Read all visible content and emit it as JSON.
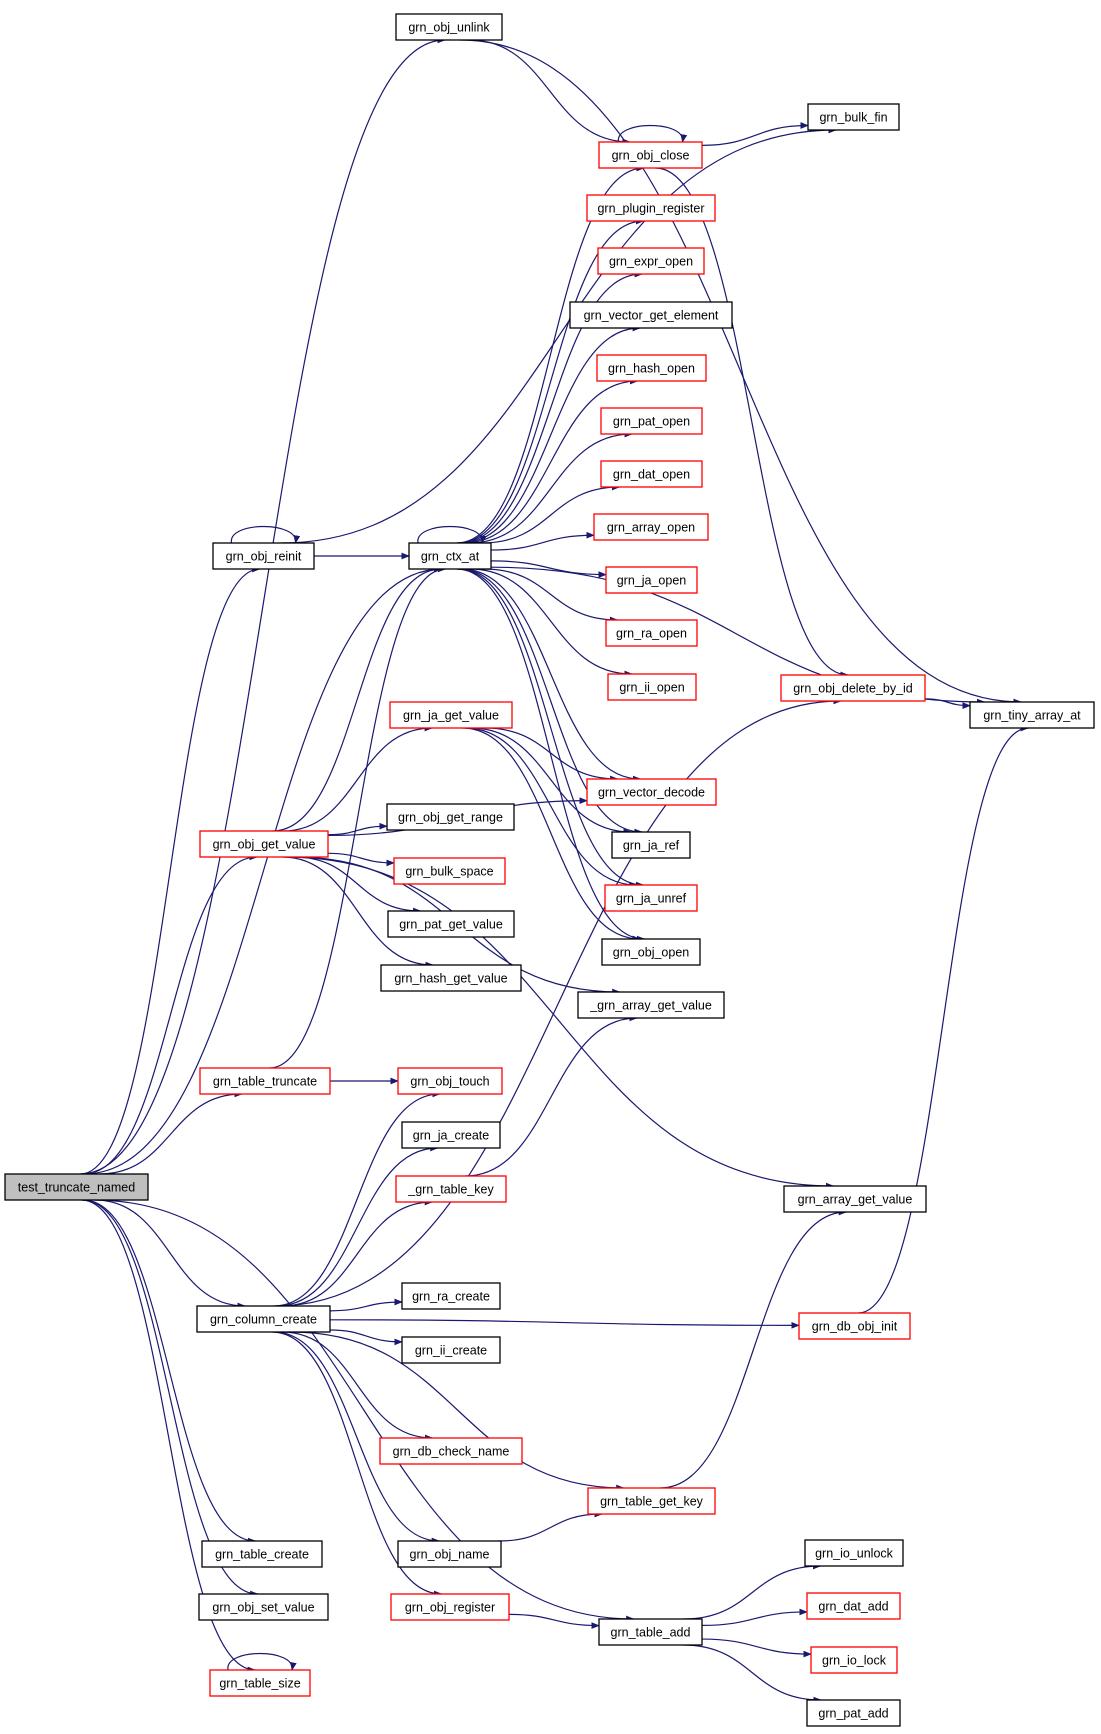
{
  "diagram": {
    "type": "call-graph",
    "colors": {
      "edge": "#191970",
      "normal_border": "#000000",
      "truncated_border": "#ff0000",
      "root_fill": "#bfbfbf"
    },
    "nodes": {
      "test_truncate_named": {
        "label": "test_truncate_named",
        "style": "root"
      },
      "grn_obj_unlink": {
        "label": "grn_obj_unlink",
        "style": "black"
      },
      "grn_obj_reinit": {
        "label": "grn_obj_reinit",
        "style": "black"
      },
      "grn_obj_get_value": {
        "label": "grn_obj_get_value",
        "style": "red"
      },
      "grn_table_truncate": {
        "label": "grn_table_truncate",
        "style": "red"
      },
      "grn_column_create": {
        "label": "grn_column_create",
        "style": "black"
      },
      "grn_table_create": {
        "label": "grn_table_create",
        "style": "black"
      },
      "grn_obj_set_value": {
        "label": "grn_obj_set_value",
        "style": "black"
      },
      "grn_table_size": {
        "label": "grn_table_size",
        "style": "red"
      },
      "grn_ctx_at": {
        "label": "grn_ctx_at",
        "style": "black"
      },
      "grn_ja_get_value": {
        "label": "grn_ja_get_value",
        "style": "red"
      },
      "grn_obj_get_range": {
        "label": "grn_obj_get_range",
        "style": "black"
      },
      "grn_bulk_space": {
        "label": "grn_bulk_space",
        "style": "red"
      },
      "grn_pat_get_value": {
        "label": "grn_pat_get_value",
        "style": "black"
      },
      "grn_hash_get_value": {
        "label": "grn_hash_get_value",
        "style": "black"
      },
      "grn_obj_touch": {
        "label": "grn_obj_touch",
        "style": "red"
      },
      "grn_ja_create": {
        "label": "grn_ja_create",
        "style": "black"
      },
      "_grn_table_key": {
        "label": "_grn_table_key",
        "style": "red"
      },
      "grn_ra_create": {
        "label": "grn_ra_create",
        "style": "black"
      },
      "grn_ii_create": {
        "label": "grn_ii_create",
        "style": "black"
      },
      "grn_db_check_name": {
        "label": "grn_db_check_name",
        "style": "red"
      },
      "grn_obj_name": {
        "label": "grn_obj_name",
        "style": "black"
      },
      "grn_obj_register": {
        "label": "grn_obj_register",
        "style": "red"
      },
      "grn_obj_close": {
        "label": "grn_obj_close",
        "style": "red"
      },
      "grn_plugin_register": {
        "label": "grn_plugin_register",
        "style": "red"
      },
      "grn_expr_open": {
        "label": "grn_expr_open",
        "style": "red"
      },
      "grn_vector_get_element": {
        "label": "grn_vector_get_element",
        "style": "black"
      },
      "grn_hash_open": {
        "label": "grn_hash_open",
        "style": "red"
      },
      "grn_pat_open": {
        "label": "grn_pat_open",
        "style": "red"
      },
      "grn_dat_open": {
        "label": "grn_dat_open",
        "style": "red"
      },
      "grn_array_open": {
        "label": "grn_array_open",
        "style": "red"
      },
      "grn_ja_open": {
        "label": "grn_ja_open",
        "style": "red"
      },
      "grn_ra_open": {
        "label": "grn_ra_open",
        "style": "red"
      },
      "grn_ii_open": {
        "label": "grn_ii_open",
        "style": "red"
      },
      "grn_vector_decode": {
        "label": "grn_vector_decode",
        "style": "red"
      },
      "grn_ja_ref": {
        "label": "grn_ja_ref",
        "style": "black"
      },
      "grn_ja_unref": {
        "label": "grn_ja_unref",
        "style": "red"
      },
      "grn_obj_open": {
        "label": "grn_obj_open",
        "style": "black"
      },
      "_grn_array_get_value": {
        "label": "_grn_array_get_value",
        "style": "black"
      },
      "grn_table_get_key": {
        "label": "grn_table_get_key",
        "style": "red"
      },
      "grn_table_add": {
        "label": "grn_table_add",
        "style": "black"
      },
      "grn_bulk_fin": {
        "label": "grn_bulk_fin",
        "style": "black"
      },
      "grn_obj_delete_by_id": {
        "label": "grn_obj_delete_by_id",
        "style": "red"
      },
      "grn_array_get_value": {
        "label": "grn_array_get_value",
        "style": "black"
      },
      "grn_db_obj_init": {
        "label": "grn_db_obj_init",
        "style": "red"
      },
      "grn_io_unlock": {
        "label": "grn_io_unlock",
        "style": "black"
      },
      "grn_dat_add": {
        "label": "grn_dat_add",
        "style": "red"
      },
      "grn_io_lock": {
        "label": "grn_io_lock",
        "style": "red"
      },
      "grn_pat_add": {
        "label": "grn_pat_add",
        "style": "black"
      },
      "grn_tiny_array_at": {
        "label": "grn_tiny_array_at",
        "style": "black"
      }
    },
    "edges": [
      [
        "test_truncate_named",
        "grn_obj_unlink"
      ],
      [
        "test_truncate_named",
        "grn_obj_reinit"
      ],
      [
        "test_truncate_named",
        "grn_ctx_at"
      ],
      [
        "test_truncate_named",
        "grn_obj_get_value"
      ],
      [
        "test_truncate_named",
        "grn_table_truncate"
      ],
      [
        "test_truncate_named",
        "grn_column_create"
      ],
      [
        "test_truncate_named",
        "grn_table_create"
      ],
      [
        "test_truncate_named",
        "grn_obj_set_value"
      ],
      [
        "test_truncate_named",
        "grn_table_size"
      ],
      [
        "test_truncate_named",
        "grn_table_add"
      ],
      [
        "grn_obj_unlink",
        "grn_obj_close"
      ],
      [
        "grn_obj_unlink",
        "grn_tiny_array_at"
      ],
      [
        "grn_obj_reinit",
        "grn_obj_reinit"
      ],
      [
        "grn_obj_reinit",
        "grn_ctx_at"
      ],
      [
        "grn_obj_reinit",
        "grn_bulk_fin"
      ],
      [
        "grn_ctx_at",
        "grn_ctx_at"
      ],
      [
        "grn_ctx_at",
        "grn_obj_close"
      ],
      [
        "grn_ctx_at",
        "grn_plugin_register"
      ],
      [
        "grn_ctx_at",
        "grn_expr_open"
      ],
      [
        "grn_ctx_at",
        "grn_vector_get_element"
      ],
      [
        "grn_ctx_at",
        "grn_hash_open"
      ],
      [
        "grn_ctx_at",
        "grn_pat_open"
      ],
      [
        "grn_ctx_at",
        "grn_dat_open"
      ],
      [
        "grn_ctx_at",
        "grn_array_open"
      ],
      [
        "grn_ctx_at",
        "grn_ja_open"
      ],
      [
        "grn_ctx_at",
        "grn_ra_open"
      ],
      [
        "grn_ctx_at",
        "grn_ii_open"
      ],
      [
        "grn_ctx_at",
        "grn_vector_decode"
      ],
      [
        "grn_ctx_at",
        "grn_ja_ref"
      ],
      [
        "grn_ctx_at",
        "grn_ja_unref"
      ],
      [
        "grn_ctx_at",
        "grn_obj_open"
      ],
      [
        "grn_ctx_at",
        "grn_tiny_array_at"
      ],
      [
        "grn_obj_close",
        "grn_obj_close"
      ],
      [
        "grn_obj_close",
        "grn_bulk_fin"
      ],
      [
        "grn_obj_close",
        "grn_obj_delete_by_id"
      ],
      [
        "grn_obj_delete_by_id",
        "grn_tiny_array_at"
      ],
      [
        "grn_obj_get_value",
        "grn_ctx_at"
      ],
      [
        "grn_obj_get_value",
        "grn_ja_get_value"
      ],
      [
        "grn_obj_get_value",
        "grn_obj_get_range"
      ],
      [
        "grn_obj_get_value",
        "grn_bulk_space"
      ],
      [
        "grn_obj_get_value",
        "grn_pat_get_value"
      ],
      [
        "grn_obj_get_value",
        "grn_hash_get_value"
      ],
      [
        "grn_obj_get_value",
        "grn_vector_decode"
      ],
      [
        "grn_obj_get_value",
        "_grn_array_get_value"
      ],
      [
        "grn_obj_get_value",
        "grn_array_get_value"
      ],
      [
        "grn_ja_get_value",
        "grn_ja_ref"
      ],
      [
        "grn_ja_get_value",
        "grn_ja_unref"
      ],
      [
        "grn_ja_get_value",
        "grn_vector_decode"
      ],
      [
        "grn_ja_get_value",
        "grn_obj_open"
      ],
      [
        "grn_table_truncate",
        "grn_ctx_at"
      ],
      [
        "grn_table_truncate",
        "grn_obj_touch"
      ],
      [
        "grn_column_create",
        "grn_obj_touch"
      ],
      [
        "grn_column_create",
        "grn_ja_create"
      ],
      [
        "grn_column_create",
        "_grn_table_key"
      ],
      [
        "grn_column_create",
        "grn_ra_create"
      ],
      [
        "grn_column_create",
        "grn_ii_create"
      ],
      [
        "grn_column_create",
        "grn_db_check_name"
      ],
      [
        "grn_column_create",
        "grn_obj_name"
      ],
      [
        "grn_column_create",
        "grn_obj_register"
      ],
      [
        "grn_column_create",
        "grn_table_get_key"
      ],
      [
        "grn_column_create",
        "grn_obj_delete_by_id"
      ],
      [
        "grn_column_create",
        "grn_db_obj_init"
      ],
      [
        "_grn_table_key",
        "_grn_array_get_value"
      ],
      [
        "grn_obj_name",
        "grn_table_get_key"
      ],
      [
        "grn_table_get_key",
        "grn_array_get_value"
      ],
      [
        "grn_obj_register",
        "grn_table_add"
      ],
      [
        "grn_table_add",
        "grn_io_unlock"
      ],
      [
        "grn_table_add",
        "grn_dat_add"
      ],
      [
        "grn_table_add",
        "grn_io_lock"
      ],
      [
        "grn_table_add",
        "grn_pat_add"
      ],
      [
        "grn_db_obj_init",
        "grn_tiny_array_at"
      ],
      [
        "grn_table_size",
        "grn_table_size"
      ]
    ]
  }
}
